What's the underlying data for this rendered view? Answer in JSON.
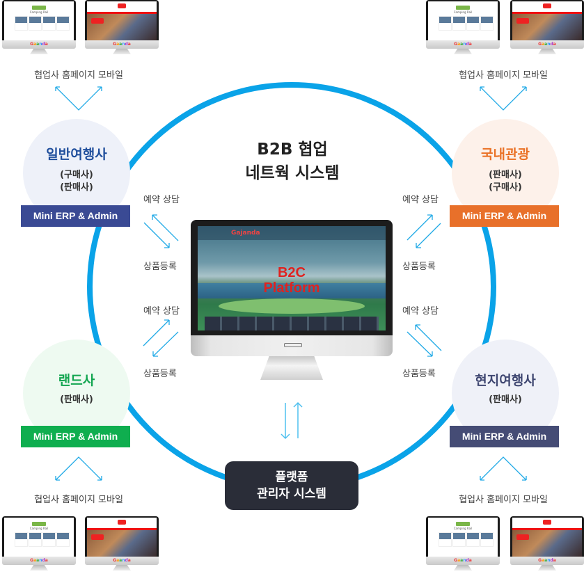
{
  "title": {
    "line1": "B2B 협업",
    "line2": "네트웍 시스템"
  },
  "center": {
    "platform_line1": "B2C",
    "platform_line2": "Platform",
    "brand": "Gajanda"
  },
  "admin_system": {
    "line1": "플랫폼",
    "line2": "관리자 시스템"
  },
  "partner_caption": "협업사 홈페이지 모바일",
  "monitor_brand": [
    "G",
    "a",
    "a",
    "n",
    "d",
    "a"
  ],
  "monitor_site_camping": "Camping Rail",
  "nodes": [
    {
      "name": "일반여행사",
      "roles": [
        "(구매사)",
        "(판매사)"
      ],
      "badge": "Mini ERP & Admin",
      "color": "#1f4e9c",
      "badge_color": "#3a4a94",
      "bg": "#eef1f9"
    },
    {
      "name": "국내관광",
      "roles": [
        "(판매사)",
        "(구매사)"
      ],
      "badge": "Mini ERP & Admin",
      "color": "#ea7125",
      "badge_color": "#e8702a",
      "bg": "#fdf1ea"
    },
    {
      "name": "랜드사",
      "roles": [
        "(판매사)"
      ],
      "badge": "Mini ERP & Admin",
      "color": "#12a550",
      "badge_color": "#0fae4f",
      "bg": "#eefaf1"
    },
    {
      "name": "현지여행사",
      "roles": [
        "(판매사)"
      ],
      "badge": "Mini ERP & Admin",
      "color": "#3f4771",
      "badge_color": "#454c75",
      "bg": "#eff1f8"
    }
  ],
  "flows": {
    "reservation": "예약 상담",
    "registration": "상품등록"
  },
  "colors": {
    "ring": "#0aa3e8",
    "arrow": "#1fa9e6"
  }
}
